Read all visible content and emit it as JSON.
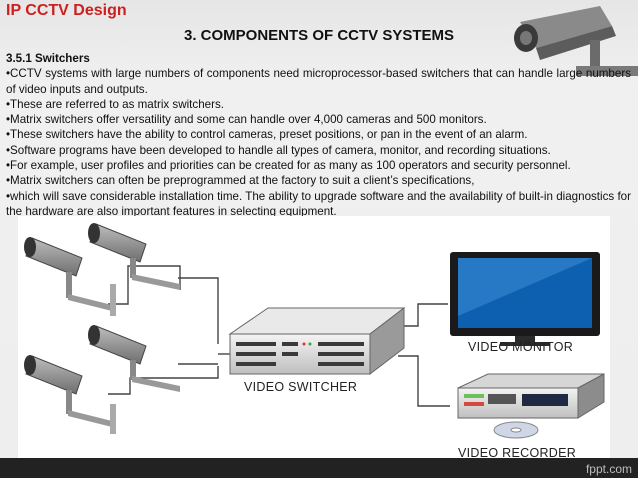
{
  "header": {
    "logo_text": "IP CCTV Design",
    "title": "3. COMPONENTS OF CCTV SYSTEMS"
  },
  "content": {
    "subheading": "3.5.1 Switchers",
    "bullets": [
      "•CCTV systems with large numbers of components need microprocessor-based switchers that can handle large numbers of video inputs and outputs.",
      "•These are referred to as matrix switchers.",
      "•Matrix switchers offer versatility and some can handle over 4,000 cameras and 500 monitors.",
      "•These switchers have the ability to control cameras, preset positions, or pan in the event of an alarm.",
      "•Software programs have been developed to handle all types of camera, monitor, and recording situations.",
      "•For example, user profiles and priorities can be created for as many as 100 operators and security personnel.",
      "•Matrix switchers can often be preprogrammed at the factory to suit a client’s specifications,",
      "•which will save considerable installation time. The ability to upgrade software and the availability of built-in diagnostics for the hardware are also important features in selecting equipment."
    ]
  },
  "diagram": {
    "switcher_label": "VIDEO SWITCHER",
    "monitor_label": "VIDEO MONITOR",
    "recorder_label": "VIDEO RECORDER",
    "camera_count": 4
  },
  "footer": {
    "brand": "fppt.com"
  },
  "colors": {
    "logo": "#cc1f1f",
    "footer_bg": "#222222"
  }
}
